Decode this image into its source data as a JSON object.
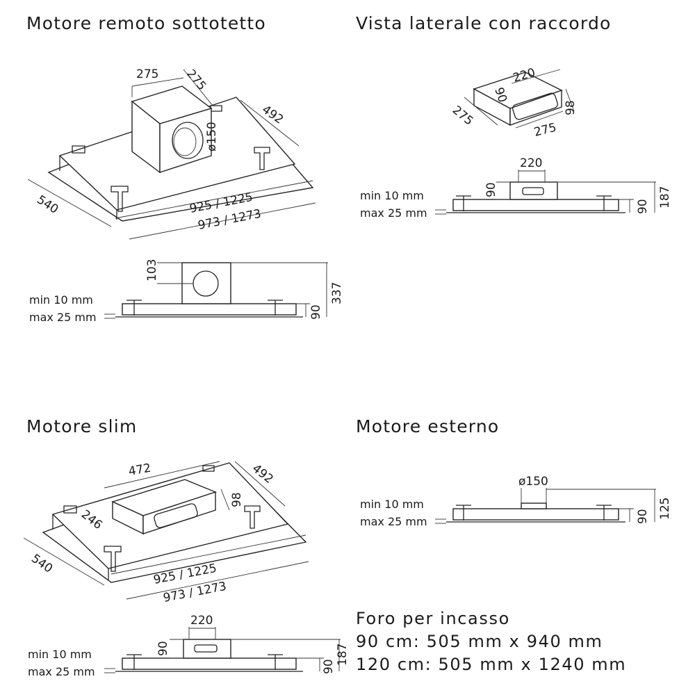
{
  "titles": {
    "remote": "Motore remoto sottotetto",
    "lateral": "Vista laterale con raccordo",
    "slim": "Motore slim",
    "external": "Motore esterno"
  },
  "foro": {
    "heading": "Foro per incasso",
    "line90": "90 cm: 505 mm x 940 mm",
    "line120": "120 cm: 505 mm x 1240 mm"
  },
  "gap": {
    "min": "min 10 mm",
    "max": "max 25 mm"
  },
  "remote": {
    "motor_w": "275",
    "motor_d": "275",
    "depth": "492",
    "duct": "ø150",
    "width_inner": "925 / 1225",
    "width_outer": "973 / 1273",
    "side": "540",
    "offset": "103",
    "total_h": "337",
    "hood_h": "90"
  },
  "lateral": {
    "w": "220",
    "h": "90",
    "h2": "98",
    "d": "275",
    "d2": "275",
    "side_w": "220",
    "side_h": "90",
    "hood_h": "90",
    "total_h": "187"
  },
  "slim": {
    "len": "472",
    "depth": "492",
    "h": "98",
    "w": "246",
    "width_inner": "925 / 1225",
    "width_outer": "973 / 1273",
    "side": "540",
    "side_w": "220",
    "side_h": "90",
    "hood_h": "90",
    "total_h": "187"
  },
  "external": {
    "duct": "ø150",
    "hood_h": "90",
    "total_h": "125"
  }
}
